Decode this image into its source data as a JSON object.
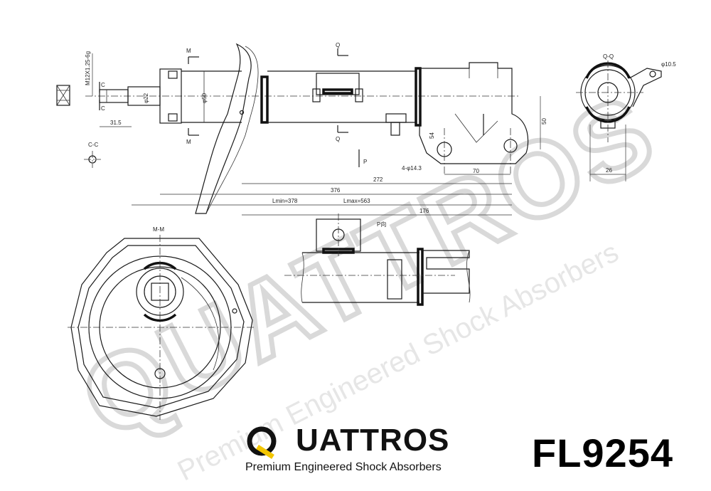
{
  "brand": {
    "logo_rest": "UATTROS",
    "logo_full": "QUATTROS",
    "tagline": "Premium Engineered Shock Absorbers",
    "accent_color": "#f2c500"
  },
  "part_number": "FL9254",
  "watermark": {
    "logo": "QUATTROS",
    "tagline": "Premium Engineered Shock Absorbers"
  },
  "section_labels": {
    "m_top": "M",
    "m_bottom": "M",
    "q_top": "Q",
    "q_bottom": "Q",
    "p_arrow": "P",
    "c_left_top": "C",
    "c_left_bottom": "C",
    "c_c": "C-C",
    "m_m": "M-M",
    "q_q": "Q-Q",
    "p_view": "P向"
  },
  "dimensions": {
    "thread": "M12X1.25-6g",
    "rod_dia": "φ22",
    "body_dia": "φ50",
    "len_31_5": "31.5",
    "len_272": "272",
    "len_376": "376",
    "lmin": "Lmin=378",
    "lmax": "Lmax=563",
    "len_176": "176",
    "len_54": "54",
    "len_50": "50",
    "holes": "4-φ14.3",
    "len_70": "70",
    "hole_dia": "φ10.5",
    "len_26": "26"
  },
  "colors": {
    "line": "#1a1a1a",
    "watermark": "#d9d9d9",
    "text": "#111111"
  }
}
